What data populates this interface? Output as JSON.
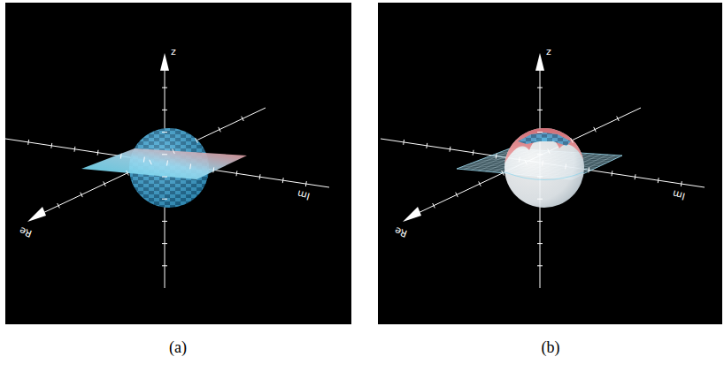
{
  "diagram": {
    "labels": [
      "z",
      "Re",
      "Im",
      "(a)",
      "z",
      "Re",
      "Im",
      "(b)"
    ]
  }
}
